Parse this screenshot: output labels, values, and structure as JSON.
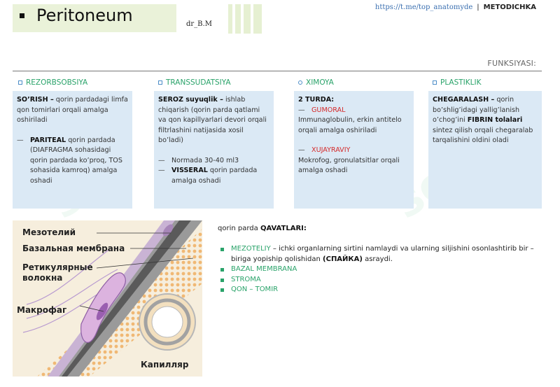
{
  "header": {
    "title": "Peritoneum",
    "author": "dr_B.M",
    "link": "https://t.me/top_anatomyde",
    "separator": "|",
    "methodichka": "METODICHKA"
  },
  "functions": {
    "heading": "FUNKSIYASI:",
    "columns": [
      {
        "title": "REZORBSOBSIYA",
        "lead_bold": "SO’RISH –",
        "lead_text": " qorin pardadagi limfa qon tomirlari orqali amalga oshiriladi",
        "item_bold": "PARITEAL",
        "item_text": " qorin pardada (DIAFRAGMA sohasidagi qorin pardada ko’proq, TOS sohasida kamroq) amalga oshadi"
      },
      {
        "title": "TRANSSUDATSIYA",
        "lead_bold": "SEROZ suyuqlik –",
        "lead_text": " ishlab chiqarish (qorin parda qatlami va qon kapillyarlari devori orqali filtrlashini natijasida xosil bo’ladi)",
        "item1_text": "Normada 30-40 ml3",
        "item2_bold": "VISSERAL",
        "item2_text": " qorin pardada amalga oshadi"
      },
      {
        "title": "XIMOYA",
        "lead_bold": "2 TURDA:",
        "sub1_title": "GUMORAL",
        "sub1_text": "Immunaglobulin, erkin antitelo orqali amalga oshiriladi",
        "sub2_title": "XUJAYRAVIY",
        "sub2_text": "Mokrofog, gronulatsitlar orqali amalga oshadi"
      },
      {
        "title": "PLASTIKLIK",
        "lead_bold": "CHEGARALASH –",
        "lead_text": " qorin bo’shlig’idagi yallig’lanish o’chog’ini ",
        "lead_bold2": "FIBRIN tolalari",
        "lead_text2": " sintez qilish orqali chegaralab tarqalishini oldini oladi"
      }
    ],
    "dash": "—"
  },
  "illustration": {
    "labels": [
      "Мезотелий",
      "Базальная мембрана",
      "Ретикулярные",
      "волокна",
      "Макрофаг",
      "Капилляр"
    ]
  },
  "layers": {
    "title_prefix": "qorin parda ",
    "title_bold": "QAVATLARI:",
    "items": [
      {
        "name": "MEZOTELIY",
        "desc_a": " – ichki organlarning sirtini namlaydi va ularning siljishini osonlashtirib bir – biriga yopiship qolishidan ",
        "desc_bold": "(СПАЙКА)",
        "desc_b": " asraydi."
      },
      {
        "name": "BAZAL MEMBRANA"
      },
      {
        "name": "STROMA"
      },
      {
        "name": "QON – TOMIR"
      }
    ]
  },
  "colors": {
    "accent_green": "#2aa36a",
    "card_blue": "#dbe9f5",
    "red": "#d42a2a",
    "title_bg": "#eaf2d9"
  }
}
